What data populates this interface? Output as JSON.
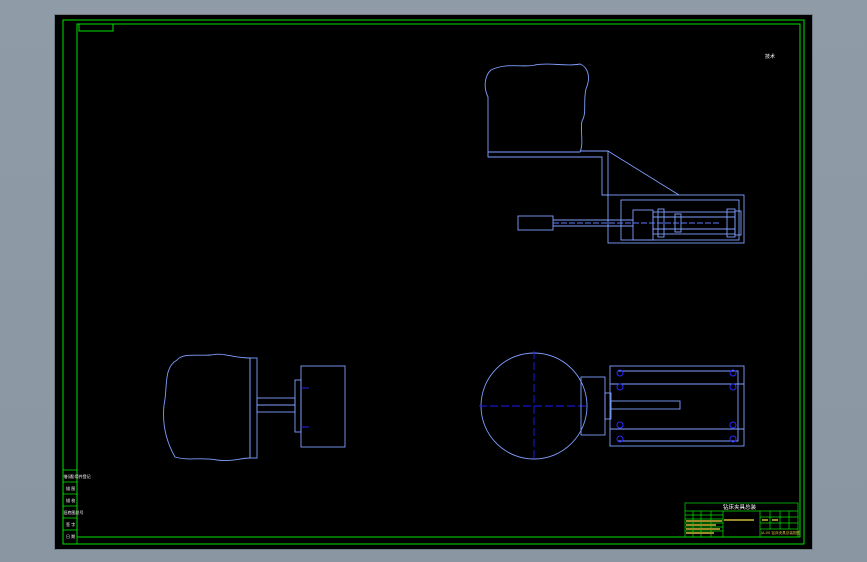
{
  "drawing": {
    "title_block_heading": "钻床夹具总装",
    "corner_note": "技术",
    "left_strip_labels": [
      "借(通)用件登记",
      "描 图",
      "描 校",
      "旧底图总号",
      "签 字",
      "日 期"
    ],
    "title_block_code": "JA-00 钻床夹具总装配图"
  },
  "colors": {
    "paper": "#000000",
    "frame": "#00e000",
    "part": "#7f9fff",
    "hole": "#2a2aff",
    "centerline": "#1a1aff",
    "title_text": "#ffffff",
    "desktop": "#8e9aa6"
  }
}
